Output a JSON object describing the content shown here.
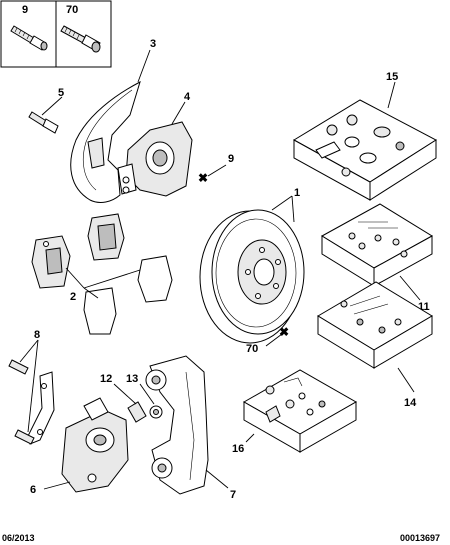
{
  "labels": {
    "inset_9": "9",
    "inset_70": "70",
    "l1": "1",
    "l2": "2",
    "l3": "3",
    "l4": "4",
    "l5": "5",
    "l6": "6",
    "l7": "7",
    "l8": "8",
    "l9": "9",
    "l11": "11",
    "l12": "12",
    "l13": "13",
    "l14": "14",
    "l15": "15",
    "l16": "16",
    "l70": "70"
  },
  "footer": {
    "date": "06/2013",
    "reference": "00013697"
  },
  "icons": [
    "bolt-9-icon",
    "bolt-70-icon",
    "cross-marker-icon"
  ]
}
